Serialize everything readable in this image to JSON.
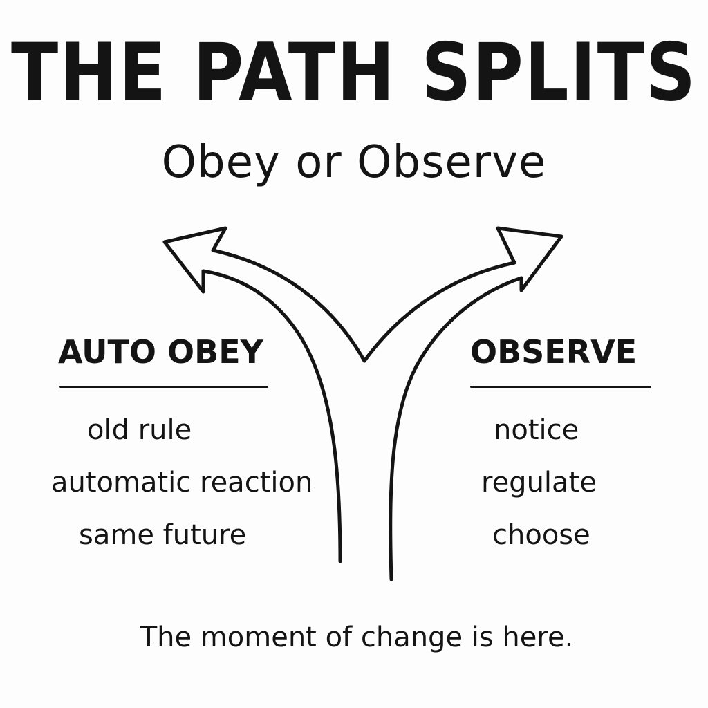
{
  "title": "THE PATH SPLITS",
  "subtitle": "Obey or Observe",
  "left_branch": {
    "heading": "AUTO OBEY",
    "items": [
      "old rule",
      "automatic reaction",
      "same future"
    ]
  },
  "right_branch": {
    "heading": "OBSERVE",
    "items": [
      "notice",
      "regulate",
      "choose"
    ]
  },
  "footer": "The moment of change is here.",
  "colors": {
    "ink": "#141414",
    "background": "#fdfdfd"
  },
  "icons": {
    "left_arrow": "curved-arrow-up-left-icon",
    "right_arrow": "curved-arrow-up-right-icon"
  }
}
